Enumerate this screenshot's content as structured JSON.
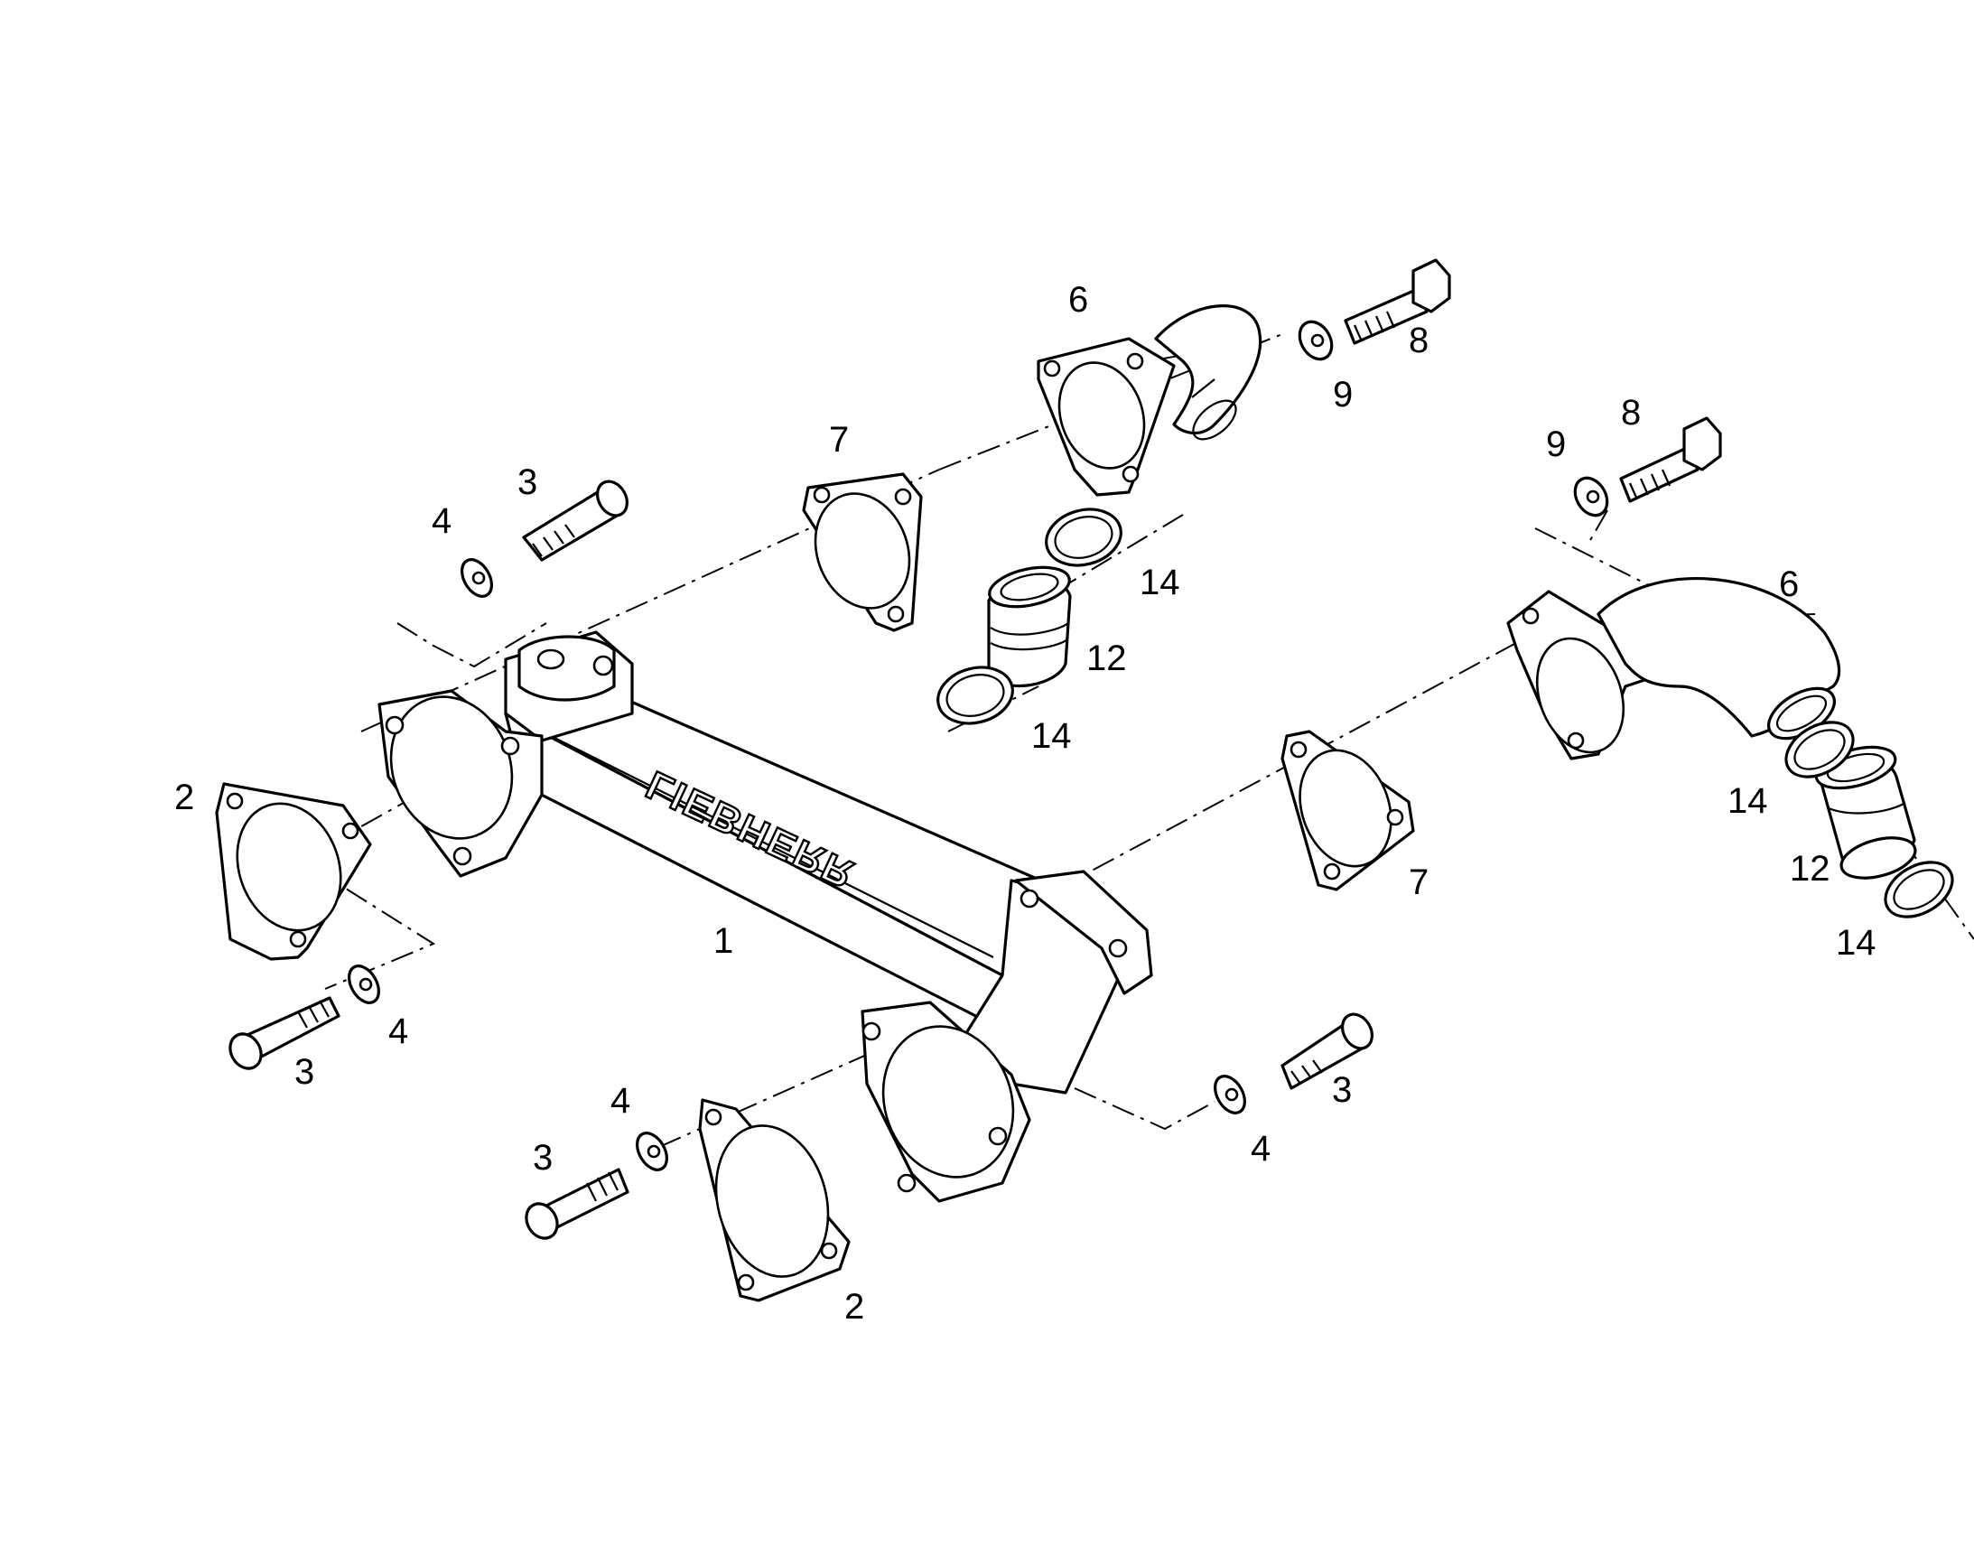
{
  "callouts": {
    "c1": "1",
    "c2a": "2",
    "c2b": "2",
    "c3a": "3",
    "c3b": "3",
    "c3c": "3",
    "c3d": "3",
    "c4a": "4",
    "c4b": "4",
    "c4c": "4",
    "c4d": "4",
    "c6a": "6",
    "c6b": "6",
    "c7a": "7",
    "c7b": "7",
    "c8a": "8",
    "c8b": "8",
    "c9a": "9",
    "c9b": "9",
    "c12a": "12",
    "c12b": "12",
    "c14a": "14",
    "c14b": "14",
    "c14c": "14",
    "c14d": "14"
  },
  "logo_text": "LIEBHERR",
  "colors": {
    "line": "#000000",
    "background": "#ffffff"
  }
}
